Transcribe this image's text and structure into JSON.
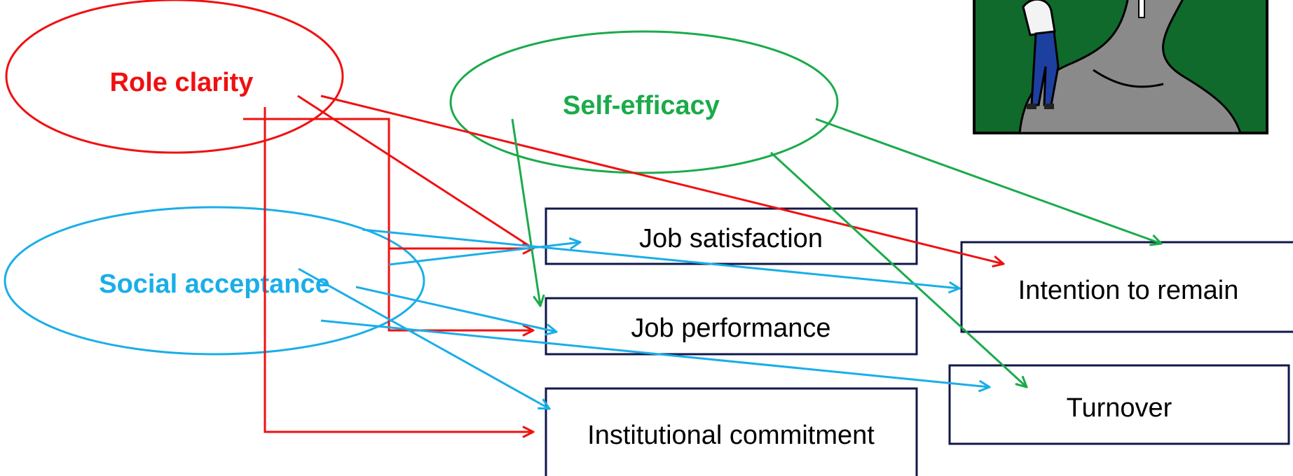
{
  "colors": {
    "role": "#f01010",
    "self": "#1aab4a",
    "social": "#1aaee8",
    "box_border": "#10184a",
    "text": "#000000"
  },
  "ellipses": {
    "role_clarity": {
      "label": "Role clarity"
    },
    "self_efficacy": {
      "label": "Self-efficacy"
    },
    "social_acceptance": {
      "label": "Social acceptance"
    }
  },
  "outcomes": {
    "job_satisfaction": {
      "label": "Job satisfaction"
    },
    "job_performance": {
      "label": "Job performance"
    },
    "institutional_commitment": {
      "label": "Institutional commitment"
    },
    "intention_to_remain": {
      "label": "Intention to remain"
    },
    "turnover": {
      "label": "Turnover"
    }
  },
  "links": [
    {
      "from": "role_clarity",
      "to": "job_satisfaction"
    },
    {
      "from": "role_clarity",
      "to": "job_performance"
    },
    {
      "from": "role_clarity",
      "to": "institutional_commitment"
    },
    {
      "from": "role_clarity",
      "to": "intention_to_remain"
    },
    {
      "from": "self_efficacy",
      "to": "job_performance"
    },
    {
      "from": "self_efficacy",
      "to": "intention_to_remain"
    },
    {
      "from": "self_efficacy",
      "to": "turnover"
    },
    {
      "from": "social_acceptance",
      "to": "job_satisfaction"
    },
    {
      "from": "social_acceptance",
      "to": "job_performance"
    },
    {
      "from": "social_acceptance",
      "to": "institutional_commitment"
    },
    {
      "from": "social_acceptance",
      "to": "intention_to_remain"
    },
    {
      "from": "social_acceptance",
      "to": "turnover"
    }
  ],
  "illustration": {
    "icon": "man-at-crossroads-icon"
  }
}
